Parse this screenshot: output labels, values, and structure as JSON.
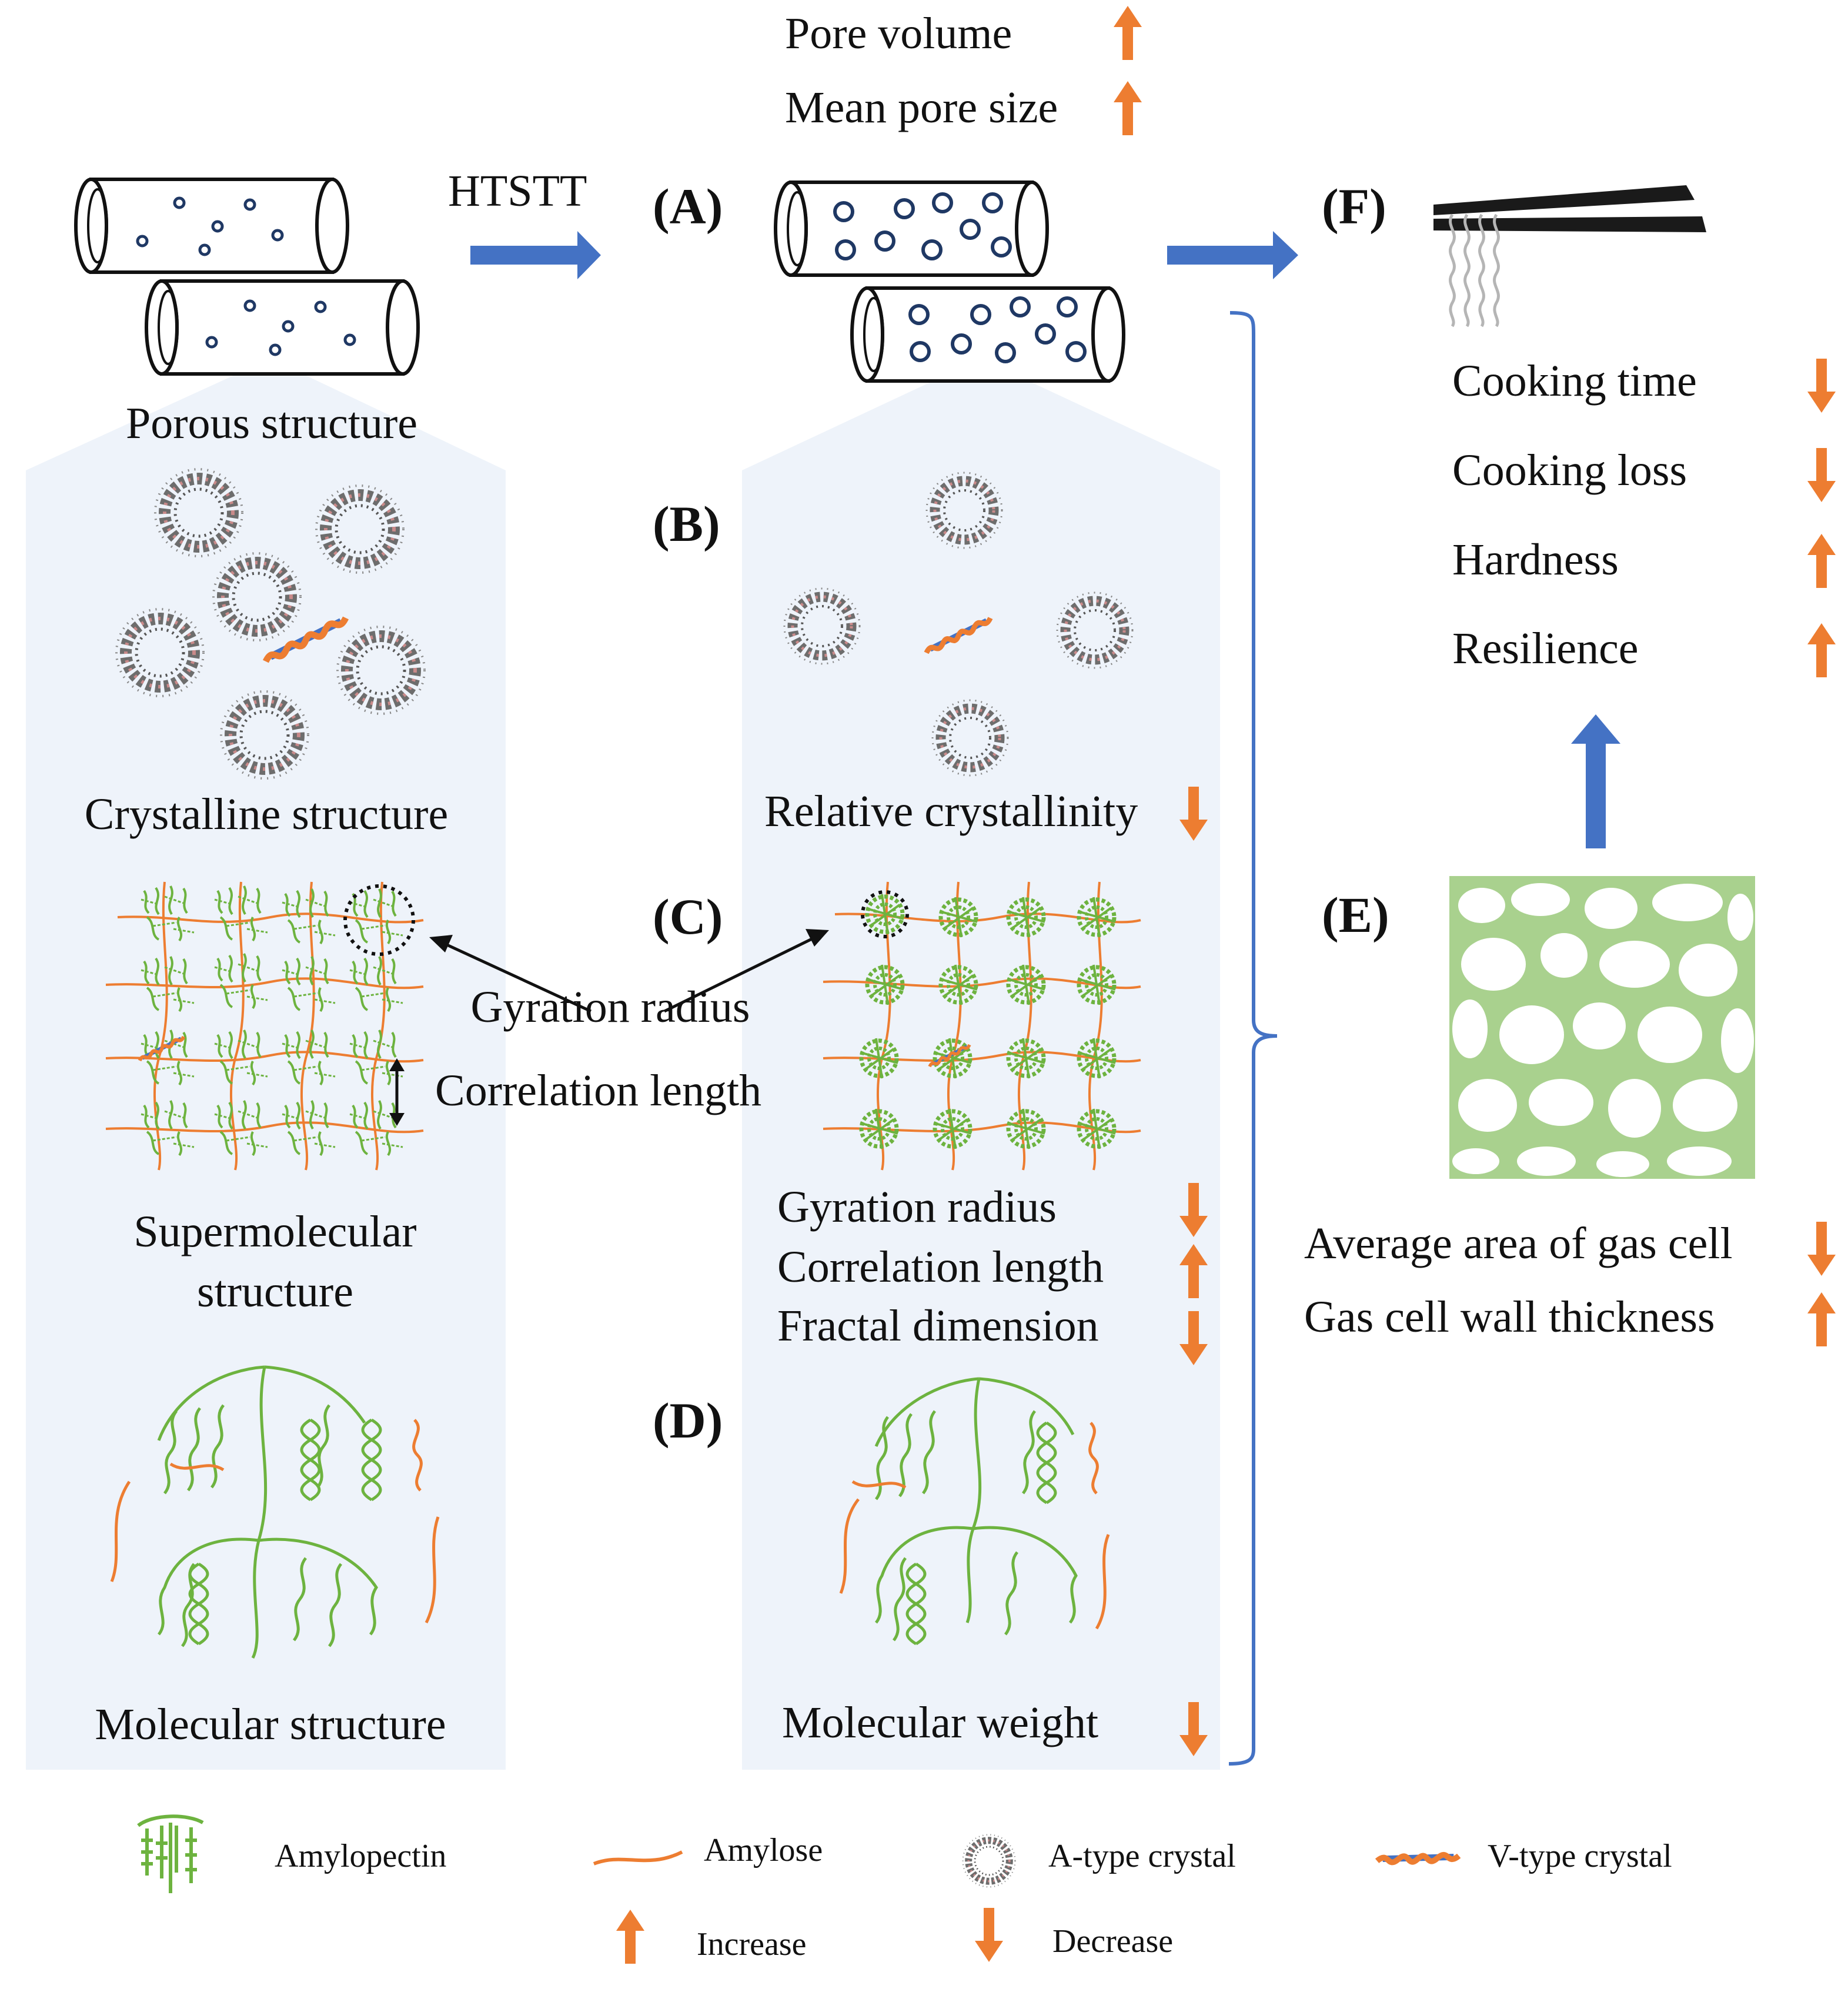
{
  "process": {
    "treatment": "HTSTT"
  },
  "colors": {
    "increase": "#ED7D31",
    "decrease": "#ED7D31",
    "flow_arrow": "#4472C4",
    "panel_bg": "#EEF3FA",
    "amylopectin": "#6DB33F",
    "amylose": "#ED7D31",
    "v_crystal_core": "#4472C4",
    "gas_cell": "#A9D18E"
  },
  "panels": {
    "A": {
      "tag": "(A)"
    },
    "B": {
      "tag": "(B)"
    },
    "C": {
      "tag": "(C)"
    },
    "D": {
      "tag": "(D)"
    },
    "E": {
      "tag": "(E)"
    },
    "F": {
      "tag": "(F)"
    }
  },
  "native": {
    "porous": "Porous structure",
    "crystalline": "Crystalline structure",
    "supermolecular_line1": "Supermolecular",
    "supermolecular_line2": "structure",
    "molecular": "Molecular structure",
    "gyration_radius": "Gyration radius",
    "correlation_length": "Correlation length"
  },
  "pore_changes": [
    {
      "label": "Pore volume",
      "direction": "increase"
    },
    {
      "label": "Mean pore size",
      "direction": "increase"
    }
  ],
  "crystal_changes": [
    {
      "label": "Relative crystallinity",
      "direction": "decrease"
    }
  ],
  "supermolecular_changes": [
    {
      "label": "Gyration radius",
      "direction": "decrease"
    },
    {
      "label": "Correlation length",
      "direction": "increase"
    },
    {
      "label": "Fractal dimension",
      "direction": "decrease"
    }
  ],
  "molecular_changes": [
    {
      "label": "Molecular weight",
      "direction": "decrease"
    }
  ],
  "gas_cell_changes": [
    {
      "label": "Average area of gas cell",
      "direction": "decrease"
    },
    {
      "label": "Gas cell wall thickness",
      "direction": "increase"
    }
  ],
  "noodle_changes": [
    {
      "label": "Cooking time",
      "direction": "decrease"
    },
    {
      "label": "Cooking loss",
      "direction": "decrease"
    },
    {
      "label": "Hardness",
      "direction": "increase"
    },
    {
      "label": "Resilience",
      "direction": "increase"
    }
  ],
  "legend": {
    "amylopectin": "Amylopectin",
    "amylose": "Amylose",
    "a_crystal": "A-type crystal",
    "v_crystal": "V-type crystal",
    "increase": "Increase",
    "decrease": "Decrease"
  }
}
